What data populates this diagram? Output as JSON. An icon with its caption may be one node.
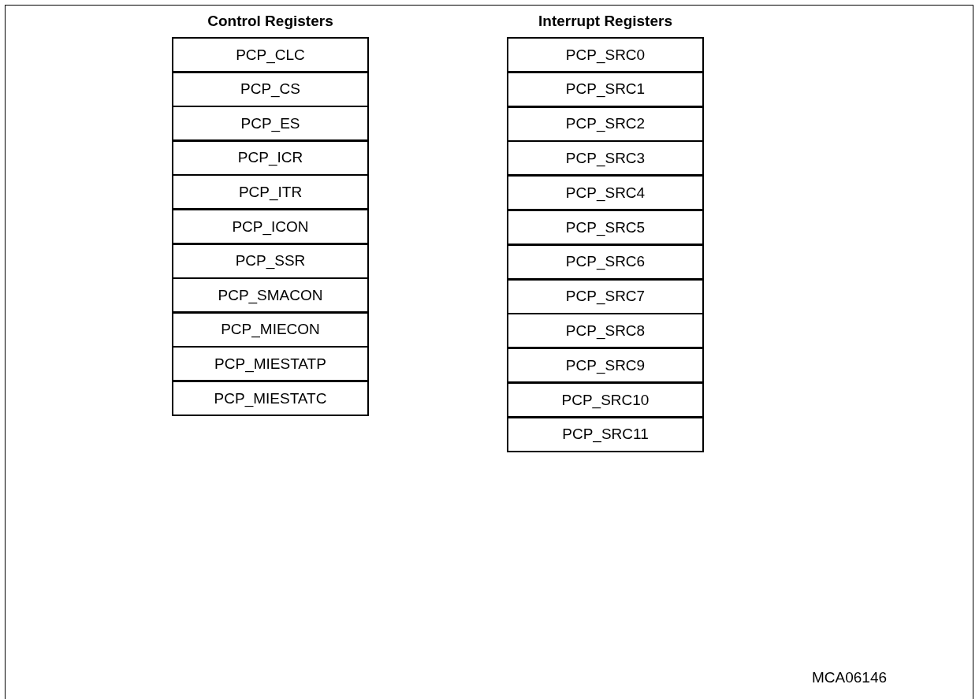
{
  "diagram": {
    "nodes": [
      {
        "text": [
          "PCP_CLC"
        ]
      },
      {
        "text": [
          "PCP_CS"
        ]
      },
      {
        "text": [
          "PCP_ES"
        ]
      },
      {
        "text": [
          "PCP_ICR"
        ]
      },
      {
        "text": [
          "PCP_ITR"
        ]
      },
      {
        "text": [
          "PCP_ICON"
        ]
      },
      {
        "text": [
          "PCP_SSR"
        ]
      },
      {
        "text": [
          "PCP_SMACON"
        ]
      },
      {
        "text": [
          "PCP_MIECON"
        ]
      },
      {
        "text": [
          "PCP_MIESTATP"
        ]
      },
      {
        "text": [
          "PCP_MIESTATC"
        ]
      },
      {
        "text": [
          "PCP_SRC0"
        ]
      },
      {
        "text": [
          "PCP_SRC1"
        ]
      },
      {
        "text": [
          "PCP_SRC2"
        ]
      },
      {
        "text": [
          "PCP_SRC3"
        ]
      },
      {
        "text": [
          "PCP_SRC4"
        ]
      },
      {
        "text": [
          "PCP_SRC5"
        ]
      },
      {
        "text": [
          "PCP_SRC6"
        ]
      },
      {
        "text": [
          "PCP_SRC7"
        ]
      },
      {
        "text": [
          "PCP_SRC8"
        ]
      },
      {
        "text": [
          "PCP_SRC9"
        ]
      },
      {
        "text": [
          "PCP_SRC10"
        ]
      },
      {
        "text": [
          "PCP_SRC11"
        ]
      }
    ],
    "labels": [
      "Control Registers",
      "Interrupt Registers",
      "MCA06146"
    ]
  }
}
